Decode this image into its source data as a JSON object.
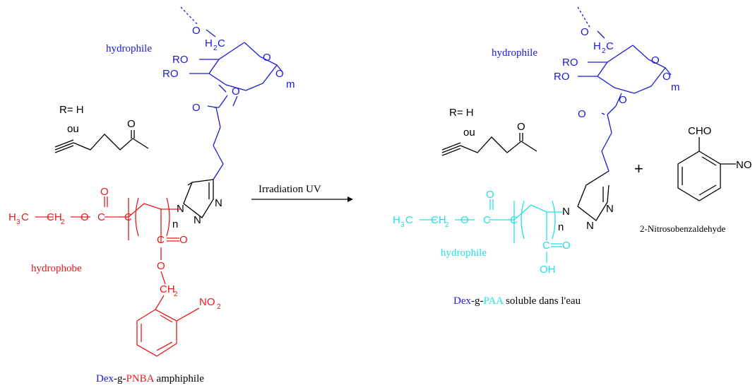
{
  "colors": {
    "hydrophile": "#1a1ad6",
    "hydrophobe": "#e81a1a",
    "paa": "#22e0e6",
    "black": "#000000"
  },
  "labels": {
    "hydrophile_left": "hydrophile",
    "hydrophile_right": "hydrophile",
    "hydrophile_paa": "hydrophile",
    "hydrophobe": "hydrophobe",
    "r_def": "R= H",
    "ou": "ou",
    "arrow": "Irradiation UV",
    "plus": "+",
    "nitroso_name": "2-Nitrosobenzaldehyde"
  },
  "captions": {
    "left": {
      "dex": "Dex",
      "g": "-g-",
      "poly": "PNBA",
      "rest": " amphiphile"
    },
    "right": {
      "dex": "Dex",
      "g": "-g-",
      "poly": "PAA",
      "rest": " soluble dans l'eau"
    }
  },
  "atoms": {
    "O": "O",
    "RO": "RO",
    "H2C": "H",
    "two": "2",
    "C": "C",
    "m": "m",
    "n": "n",
    "N": "N",
    "H3C_H": "H",
    "three": "3",
    "CH2_CH": "CH",
    "NO2_NO": "NO",
    "OH": "OH",
    "CHO": "CHO",
    "NO": "NO",
    "O_dash": "O"
  }
}
